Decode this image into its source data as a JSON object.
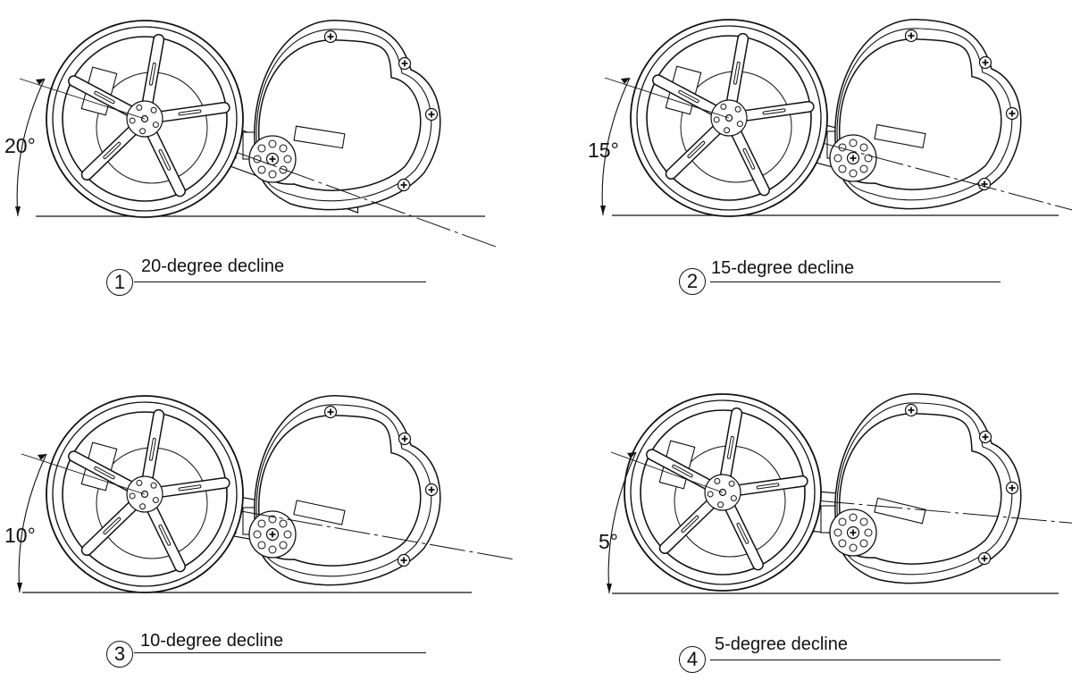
{
  "panels": [
    {
      "number": "1",
      "angle_label": "20°",
      "angle_deg": 20,
      "caption": "20-degree decline"
    },
    {
      "number": "2",
      "angle_label": "15°",
      "angle_deg": 15,
      "caption": "15-degree decline"
    },
    {
      "number": "3",
      "angle_label": "10°",
      "angle_deg": 10,
      "caption": "10-degree decline"
    },
    {
      "number": "4",
      "angle_label": "5°",
      "angle_deg": 5,
      "caption": "5-degree decline"
    }
  ]
}
